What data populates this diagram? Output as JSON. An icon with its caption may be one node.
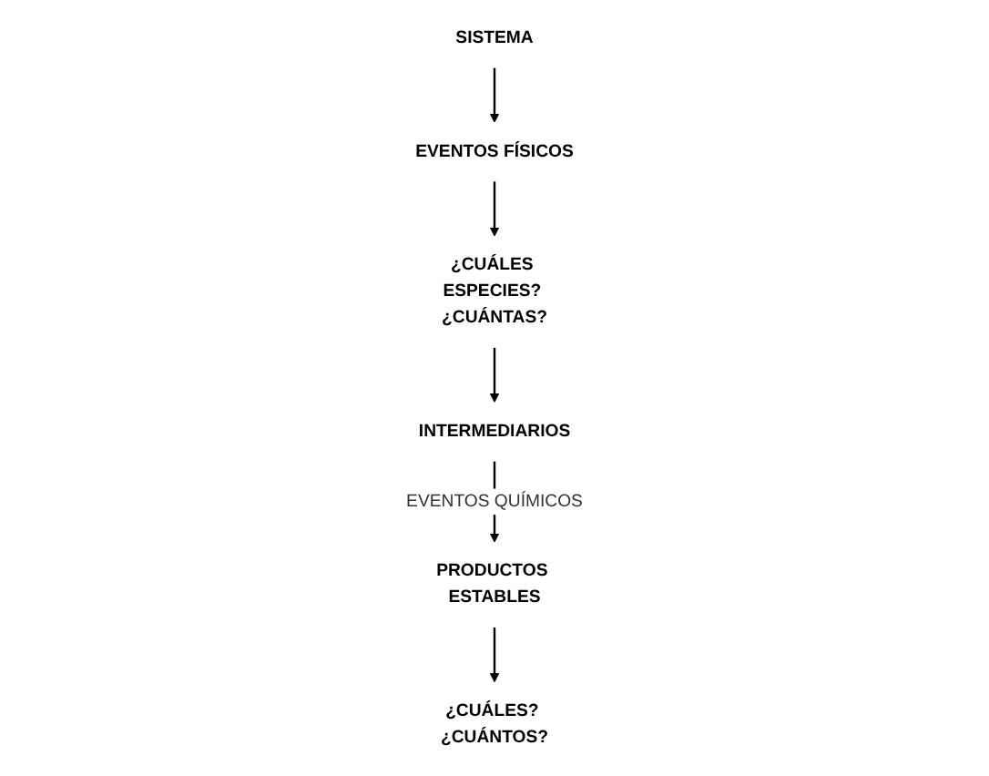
{
  "diagram": {
    "nodes": [
      {
        "text": [
          "SISTEMA"
        ]
      },
      {
        "text": [
          "EVENTOS FÍSICOS"
        ]
      },
      {
        "text": [
          "¿CUÁLES ESPECIES? ¿CUÁNTAS?"
        ]
      },
      {
        "text": [
          "INTERMEDIARIOS"
        ]
      },
      {
        "text": [
          "PRODUCTOS ESTABLES"
        ]
      },
      {
        "text": [
          "¿CUÁLES? ¿CUÁNTOS?"
        ]
      }
    ],
    "edges": [
      {
        "from": 0,
        "to": 1,
        "arrow": "to"
      },
      {
        "from": 1,
        "to": 2,
        "arrow": "to"
      },
      {
        "from": 2,
        "to": 3,
        "arrow": "to"
      },
      {
        "from": 3,
        "to": 4,
        "arrow": "to",
        "label": "EVENTOS QUÍMICOS"
      },
      {
        "from": 4,
        "to": 5,
        "arrow": "to"
      }
    ]
  }
}
